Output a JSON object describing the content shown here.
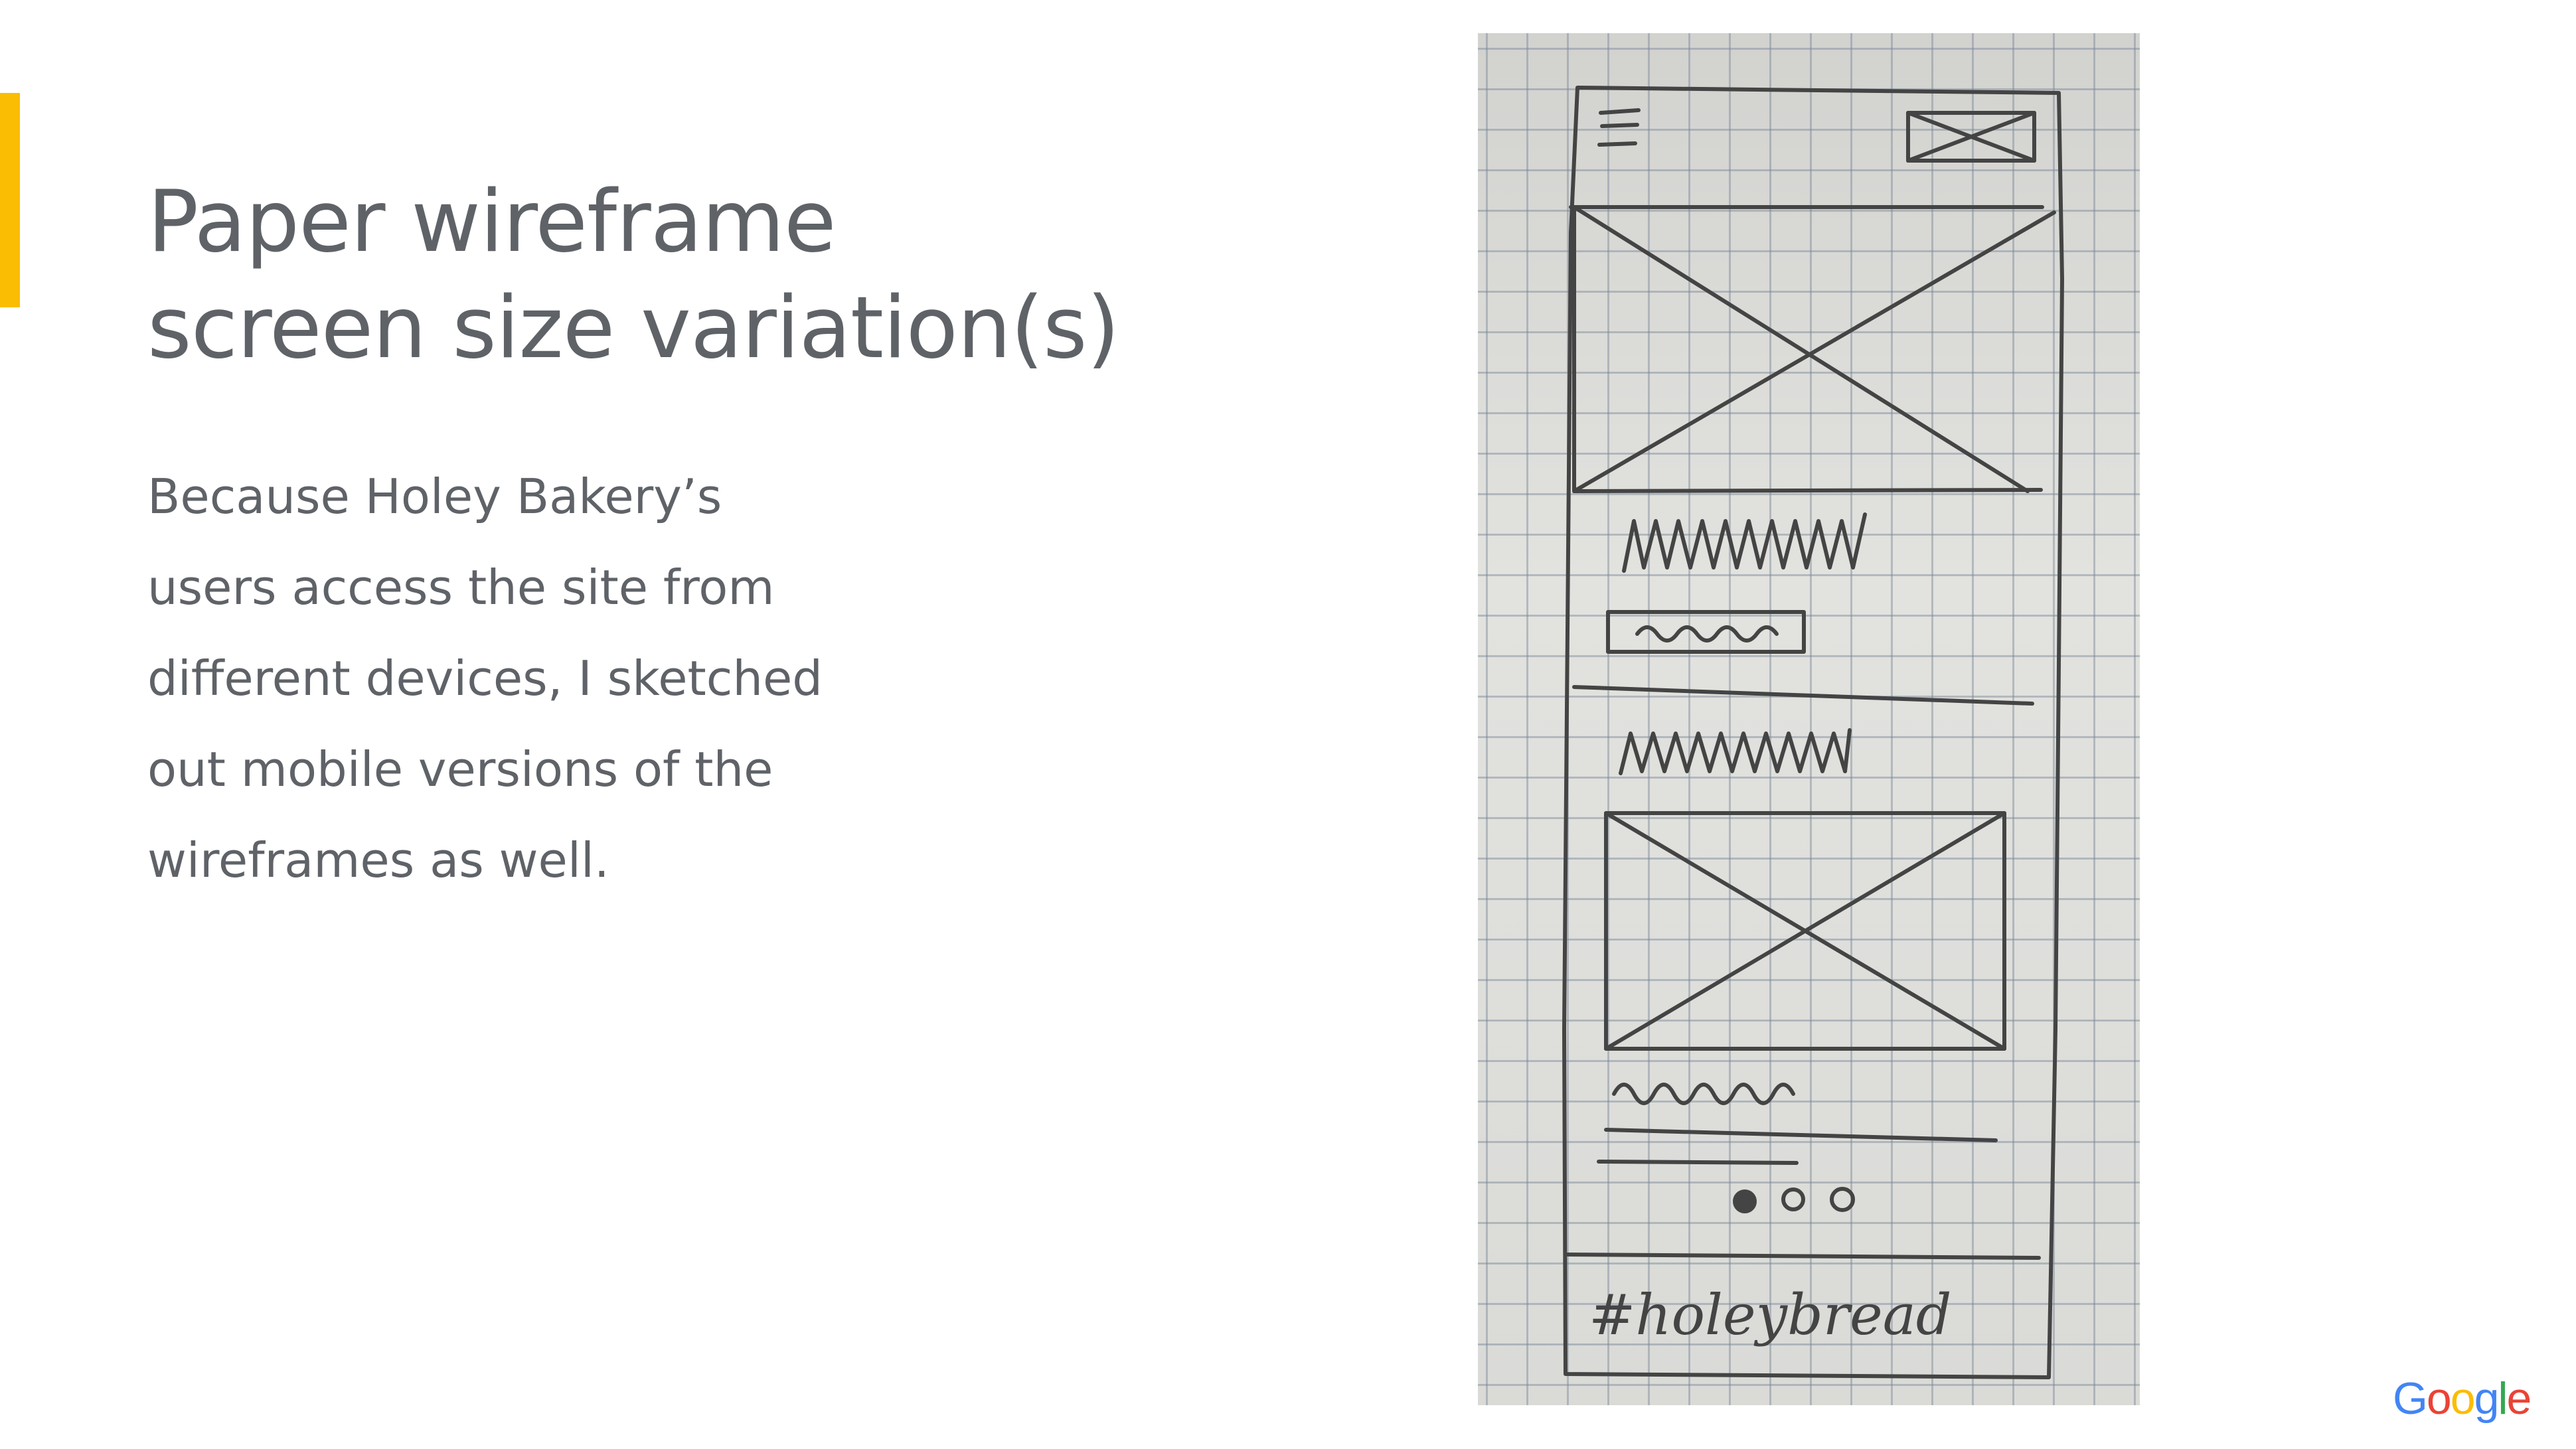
{
  "slide": {
    "title_lines": [
      "Paper wireframe",
      "screen size variation(s)"
    ],
    "body_lines": [
      "Because Holey Bakery’s",
      "users access the site from",
      "different devices, I sketched",
      "out mobile versions of the",
      "wireframes as well."
    ],
    "accent_color": "#FBBC04",
    "text_color": "#5f6368"
  },
  "sketch": {
    "handwritten_text": "#holeybread"
  },
  "logo": {
    "text": "Google",
    "colors": [
      "#4285F4",
      "#EA4335",
      "#FBBC05",
      "#4285F4",
      "#34A853",
      "#EA4335"
    ]
  }
}
